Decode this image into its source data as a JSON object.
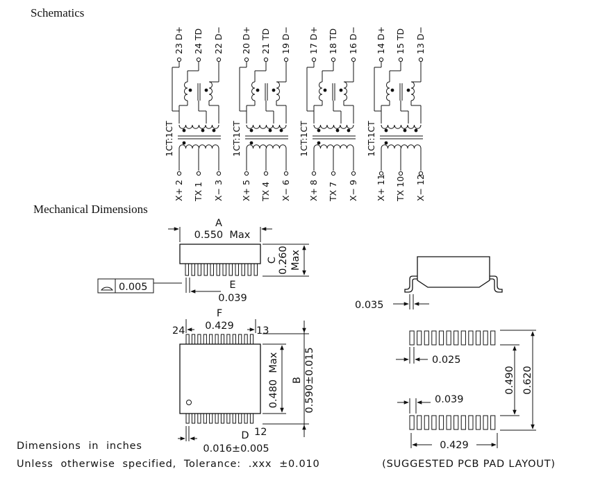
{
  "headings": {
    "schematics": "Schematics",
    "mechanical": "Mechanical Dimensions"
  },
  "transformers": [
    {
      "top": [
        "23 D+",
        "24 TD",
        "22 D−"
      ],
      "bottom": [
        "X+ 2",
        "TX 1",
        "X− 3"
      ],
      "ratio": "1CT:1CT"
    },
    {
      "top": [
        "20 D+",
        "21 TD",
        "19 D−"
      ],
      "bottom": [
        "X+ 5",
        "TX 4",
        "X− 6"
      ],
      "ratio": "1CT:1CT"
    },
    {
      "top": [
        "17 D+",
        "18 TD",
        "16 D−"
      ],
      "bottom": [
        "X+ 8",
        "TX 7",
        "X− 9"
      ],
      "ratio": "1CT:1CT"
    },
    {
      "top": [
        "14 D+",
        "15 TD",
        "13 D−"
      ],
      "bottom": [
        "X+ 11",
        "TX 10",
        "X− 12"
      ],
      "ratio": "1CT:1CT"
    }
  ],
  "side_view": {
    "a_letter": "A",
    "a_value": "0.550  Max",
    "c_letter": "C",
    "c_value": "0.260",
    "c_max": "Max",
    "e_letter": "E",
    "e_value": "0.039",
    "flatness": "0.005"
  },
  "top_view": {
    "f_letter": "F",
    "f_value": "0.429",
    "pin_24": "24",
    "pin_13": "13",
    "pin_12": "12",
    "inner_value": "0.480  Max",
    "b_letter": "B",
    "b_value": "0.590±0.015",
    "d_letter": "D",
    "d_value": "0.016±0.005"
  },
  "end_view": {
    "lead_value": "0.035"
  },
  "pcb_layout": {
    "pad_width": "0.025",
    "pitch_value": "0.039",
    "row_inner": "0.490",
    "row_outer": "0.620",
    "span_value": "0.429",
    "caption": "(SUGGESTED PCB PAD LAYOUT)"
  },
  "notes": {
    "units": "Dimensions  in  inches",
    "tolerance": "Unless  otherwise  specified,  Tolerance:  .xxx  ±0.010"
  }
}
